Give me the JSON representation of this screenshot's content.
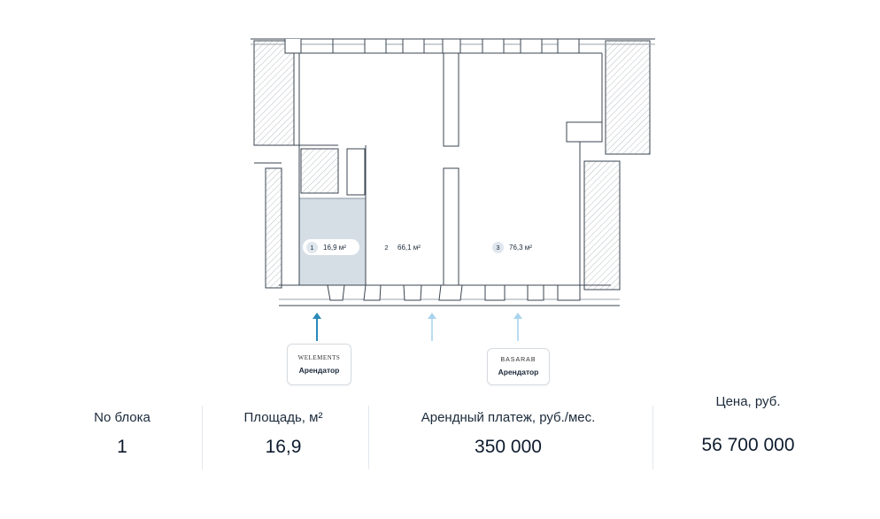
{
  "plan": {
    "rooms": [
      {
        "number": "1",
        "area": "16,9 м²",
        "selected": true
      },
      {
        "number": "2",
        "area": "66,1 м²",
        "selected": false
      },
      {
        "number": "3",
        "area": "76,3 м²",
        "selected": false
      }
    ],
    "tenants": [
      {
        "logo": "WELEMENTS",
        "role": "Арендатор"
      },
      {
        "logo": "BASARAB",
        "role": "Арендатор"
      }
    ],
    "colors": {
      "selected_fill": "#d5dde5",
      "arrow_active": "#2a8ab8",
      "arrow_inactive": "#a9d4ee"
    }
  },
  "stats": [
    {
      "label": "No блока",
      "value": "1"
    },
    {
      "label": "Площадь, м²",
      "value": "16,9"
    },
    {
      "label": "Арендный платеж, руб./мес.",
      "value": "350 000"
    },
    {
      "label": "Цена, руб.",
      "value": "56 700 000"
    }
  ]
}
